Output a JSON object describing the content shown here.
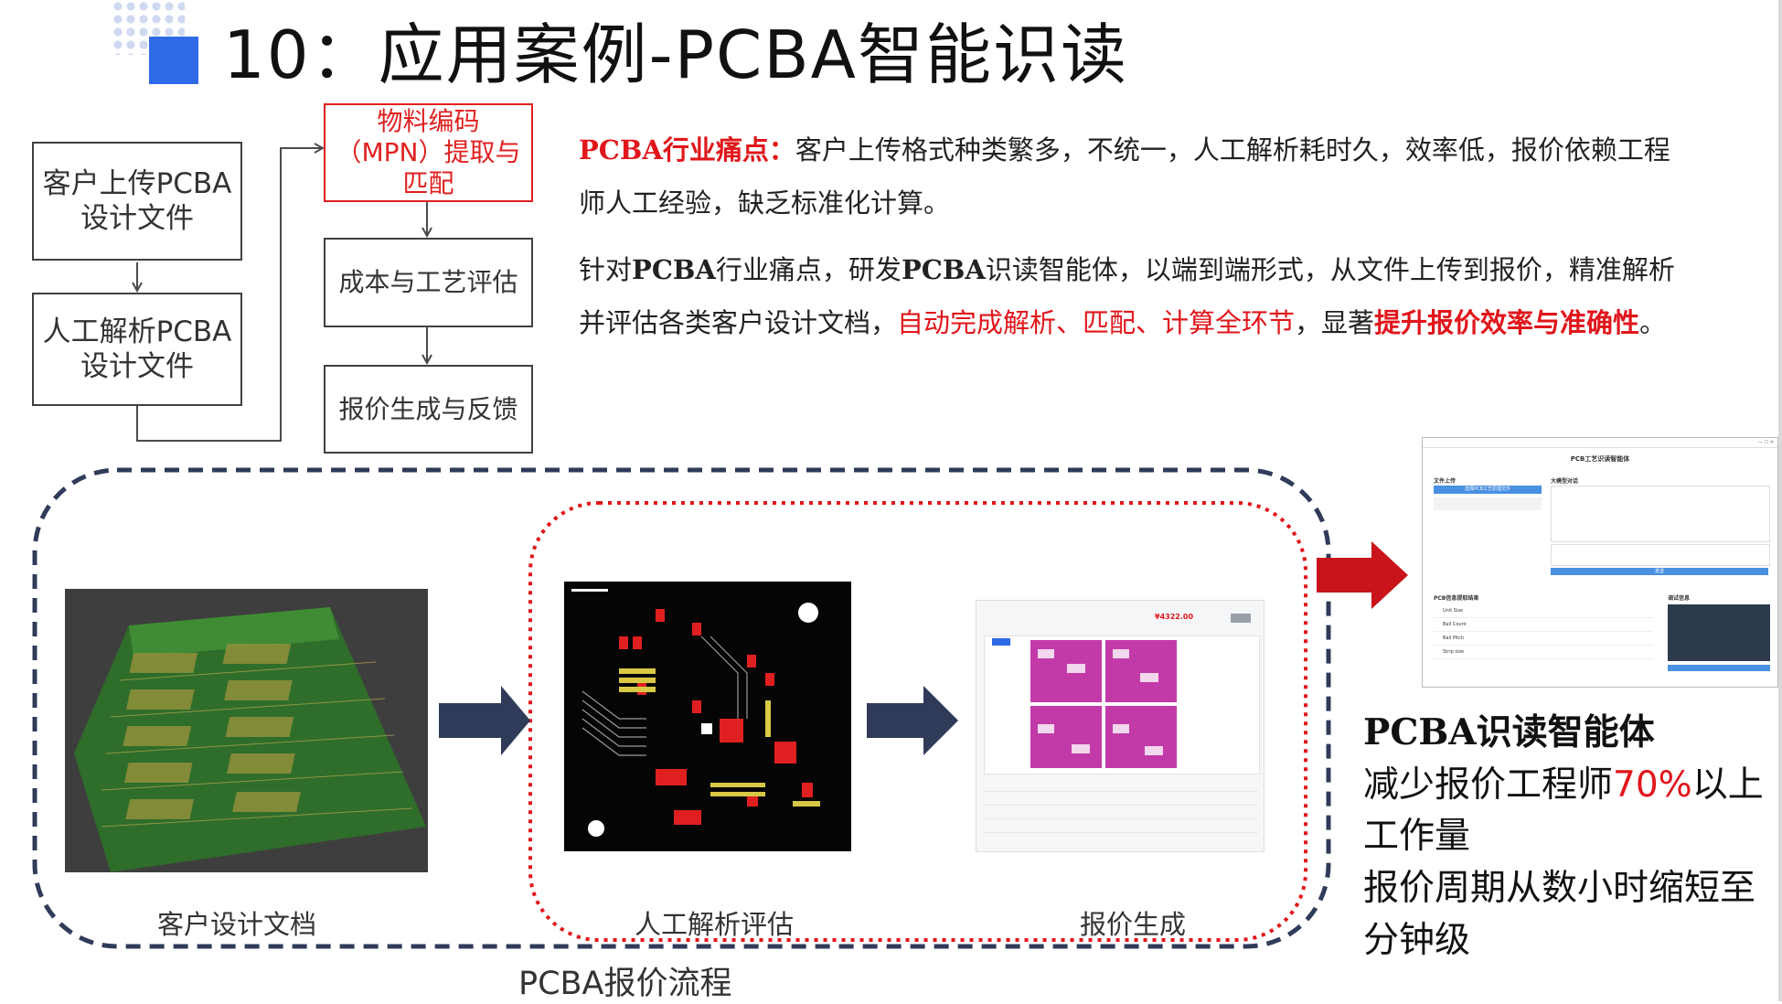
{
  "slide": {
    "title": "10：应用案例-PCBA智能识读"
  },
  "flow_left": {
    "box1": "客户上传PCBA设计文件",
    "box2": "人工解析PCBA设计文件",
    "box3": "物料编码（MPN）提取与匹配",
    "box4": "成本与工艺评估",
    "box5": "报价生成与反馈"
  },
  "pain": {
    "label": "PCBA行业痛点：",
    "text": "客户上传格式种类繁多，不统一，人工解析耗时久，效率低，报价依赖工程师人工经验，缺乏标准化计算。"
  },
  "solution": {
    "part1": "针对",
    "b1": "PCBA",
    "part2": "行业痛点，研发",
    "b2": "PCBA",
    "part3": "识读智能体，以端到端形式，从文件上传到报价，精准解析并评估各类客户设计文档，",
    "red1": "自动完成解析、匹配、计算全环节",
    "part4": "，显著",
    "red2": "提升报价效率与准确性",
    "part5": "。"
  },
  "process": {
    "cap1": "客户设计文档",
    "cap2": "人工解析评估",
    "cap3": "报价生成",
    "title": "PCBA报价流程"
  },
  "app": {
    "window_title": "PCB工艺识读智能体",
    "upload_label": "文件上传",
    "upload_button": "选择PCB工艺原理文件",
    "chat_label": "大模型对话",
    "send_button": "发送",
    "result_label": "PCB信息提取结果",
    "debug_label": "调试信息",
    "rows": [
      "Unit Size",
      "Ball Count",
      "Ball Pitch",
      "Strip size"
    ]
  },
  "results": {
    "line1": "PCBA识读智能体",
    "line2a": "减少报价工程师",
    "line2b": "70%",
    "line2c": "以上",
    "line3": "工作量",
    "line4": "报价周期从数小时缩短至",
    "line5": "分钟级"
  },
  "price": "¥4322.00",
  "colors": {
    "accent_blue": "#2f6ae6",
    "highlight_red": "#e0161b",
    "arrow_navy": "#2f3b59",
    "arrow_red": "#c8141a"
  }
}
